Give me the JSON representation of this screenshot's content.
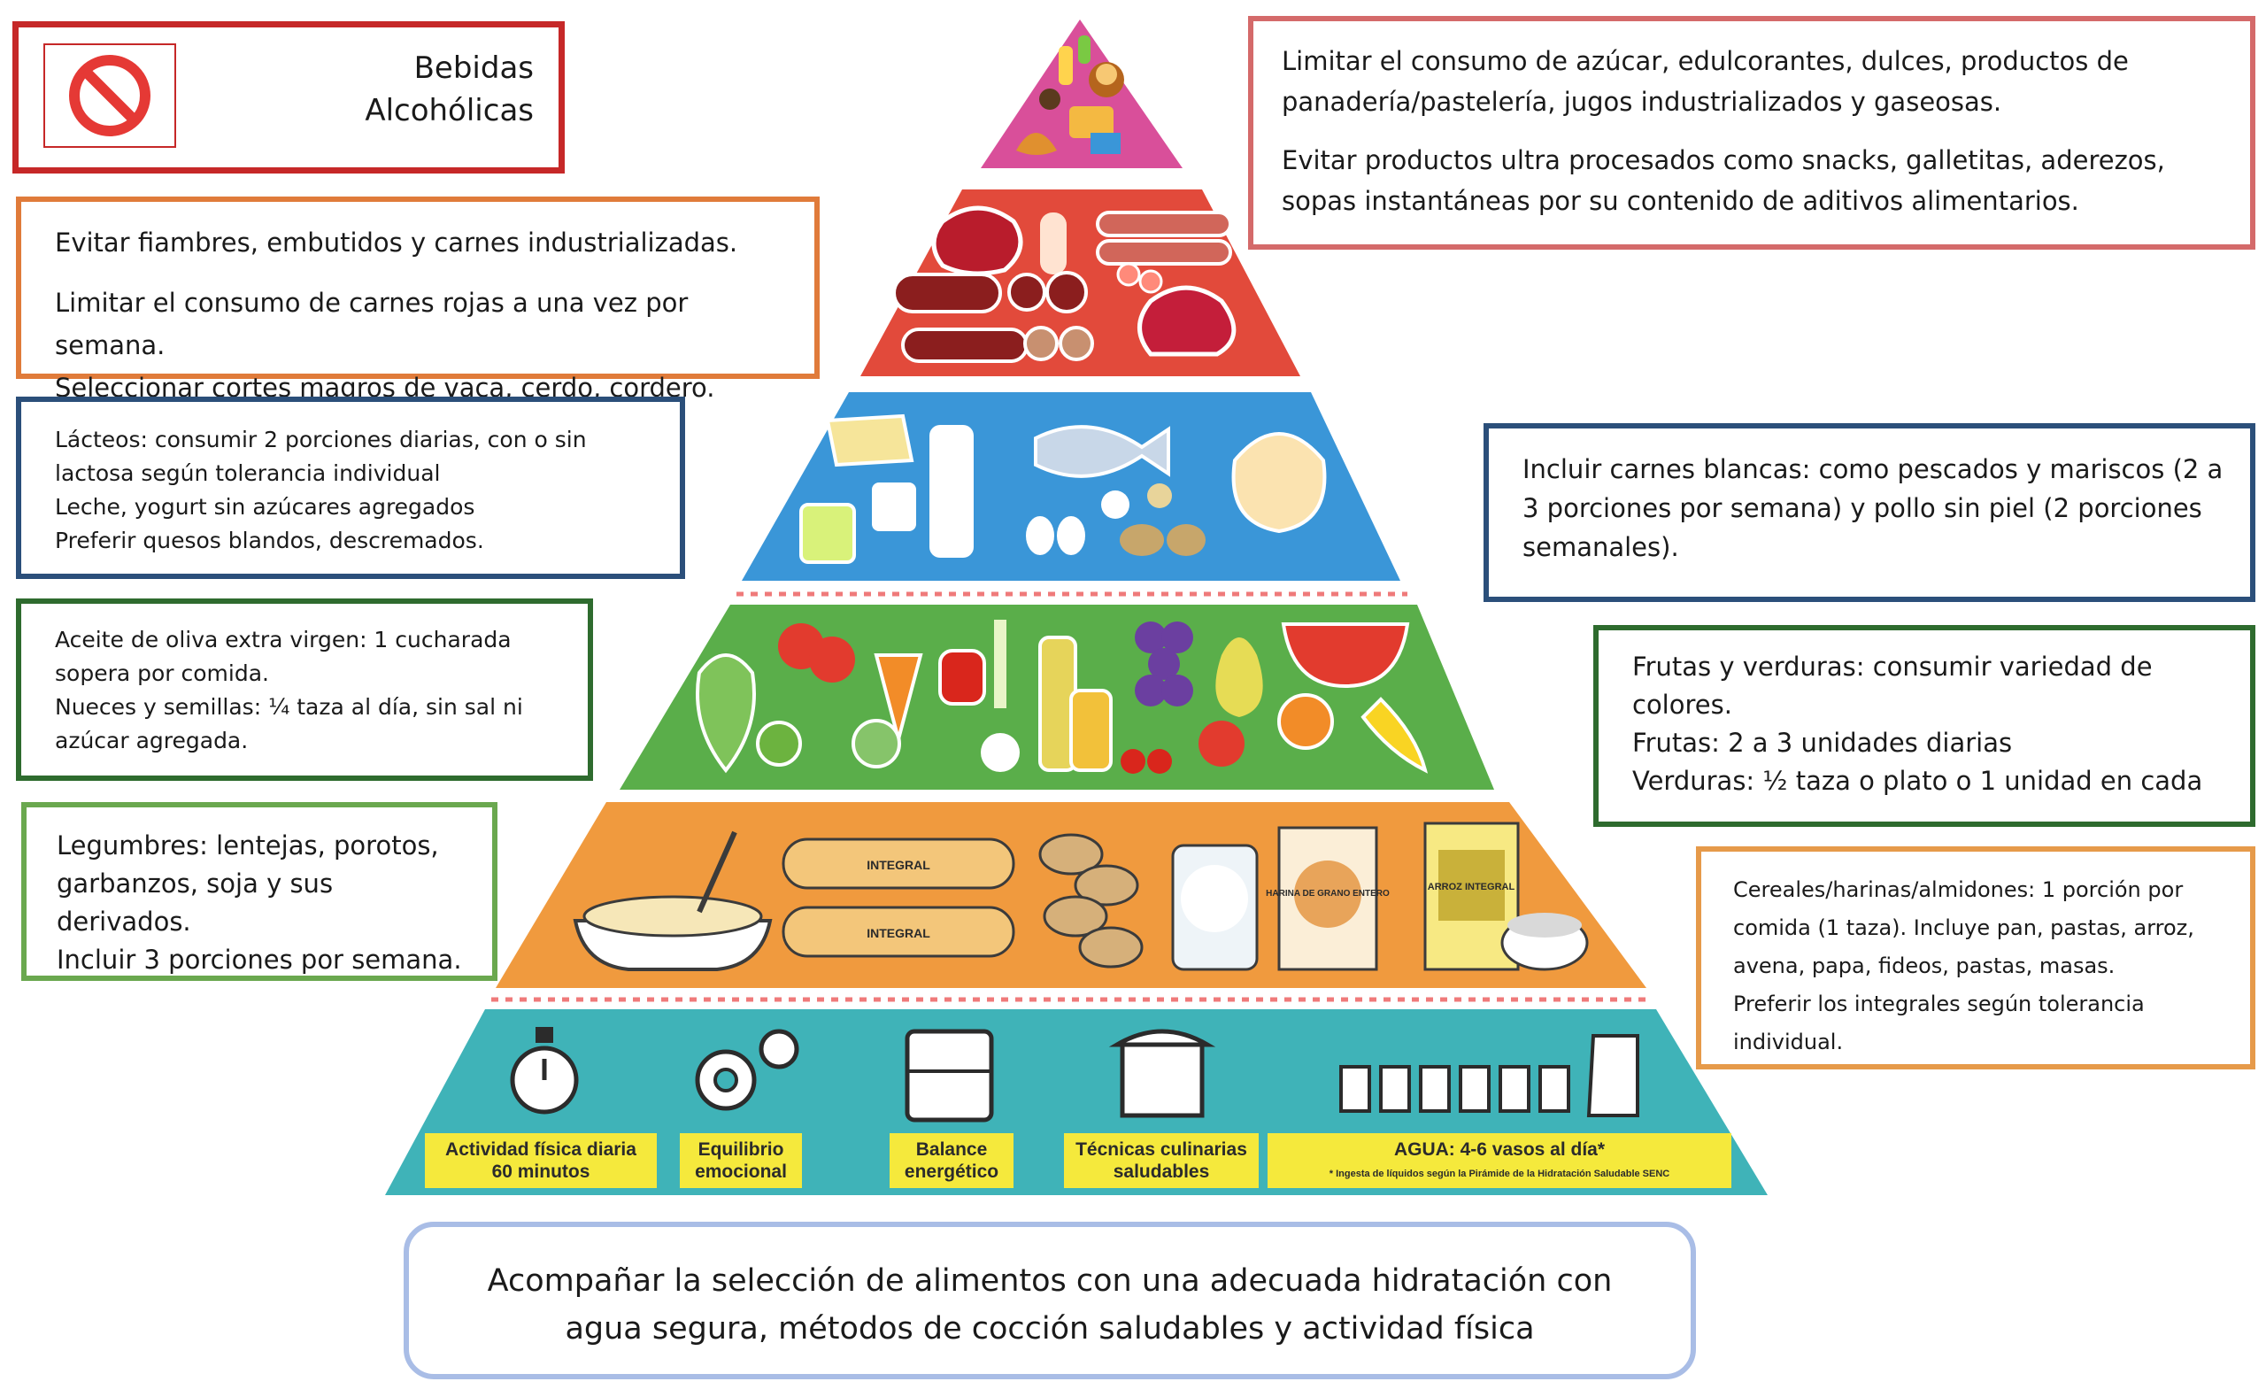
{
  "alcohol_box": {
    "icon": "prohibited-icon",
    "label_line1": "Bebidas",
    "label_line2": "Alcohólicas",
    "color": "#c62828"
  },
  "sugar_box": {
    "para1": "Limitar el consumo de azúcar, edulcorantes, dulces, productos de panadería/pastelería, jugos industrializados y gaseosas.",
    "para2": "Evitar productos ultra procesados como snacks, galletitas, aderezos, sopas instantáneas por su contenido de aditivos alimentarios.",
    "color": "#d46a6a"
  },
  "meat_box": {
    "line1": "Evitar fiambres, embutidos y carnes industrializadas.",
    "line2": "Limitar el consumo de carnes rojas a una vez por semana.",
    "line3": "Seleccionar cortes magros de vaca, cerdo, cordero.",
    "color": "#e07b3a"
  },
  "dairy_box": {
    "line1": "Lácteos: consumir 2 porciones diarias, con o sin lactosa según tolerancia individual",
    "line2": "Leche, yogurt sin azúcares agregados",
    "line3": "Preferir quesos blandos, descremados.",
    "color": "#2b4f7a"
  },
  "white_meat_box": {
    "text": "Incluir carnes blancas: como pescados y mariscos (2 a 3 porciones por semana) y pollo sin piel (2 porciones semanales).",
    "color": "#2b4f7a"
  },
  "oil_box": {
    "line1": "Aceite de oliva extra virgen: 1 cucharada sopera por comida.",
    "line2": "Nueces y semillas: ¼ taza al día, sin sal ni azúcar agregada.",
    "color": "#2e6b2e"
  },
  "fruit_box": {
    "line1": "Frutas y verduras: consumir variedad de colores.",
    "line2": "Frutas: 2 a 3 unidades diarias",
    "line3": "Verduras: ½ taza o plato o 1 unidad en cada",
    "color": "#2e6b2e"
  },
  "legumes_box": {
    "line1": "Legumbres: lentejas, porotos, garbanzos, soja y sus derivados.",
    "line2": "Incluir 3 porciones por semana.",
    "color": "#6aa84f"
  },
  "cereal_box": {
    "line1": "Cereales/harinas/almidones: 1 porción por comida (1 taza). Incluye pan, pastas, arroz, avena, papa, fideos, pastas, masas.",
    "line2": "Preferir los integrales según tolerancia individual.",
    "color": "#e69a4a"
  },
  "bottom_box": {
    "text": "Acompañar la selección de alimentos con una adecuada hidratación con agua segura, métodos de cocción saludables y actividad física",
    "color": "#a9bde6"
  },
  "pyramid": {
    "level_colors": {
      "sweets": "#d94f9a",
      "meats": "#e24a3b",
      "dairy": "#3a96d8",
      "produce": "#5aae4a",
      "cereals": "#f09a3e",
      "base": "#3fb3b8"
    },
    "bread_label_top": "INTEGRAL",
    "bread_label_bottom": "INTEGRAL",
    "flour_label": "HARINA DE GRANO ENTERO",
    "rice_label": "ARROZ INTEGRAL",
    "base_labels": [
      {
        "line1": "Actividad física diaria",
        "line2": "60 minutos",
        "icon": "stopwatch-icon"
      },
      {
        "line1": "Equilibrio",
        "line2": "emocional",
        "icon": "gears-icon"
      },
      {
        "line1": "Balance",
        "line2": "energético",
        "icon": "scale-icon"
      },
      {
        "line1": "Técnicas culinarias",
        "line2": "saludables",
        "icon": "pot-icon"
      },
      {
        "line1": "AGUA: 4-6 vasos al día*",
        "line2": "* Ingesta de líquidos según la Pirámide de la Hidratación Saludable SENC",
        "icon": "water-glasses-icon"
      }
    ]
  }
}
